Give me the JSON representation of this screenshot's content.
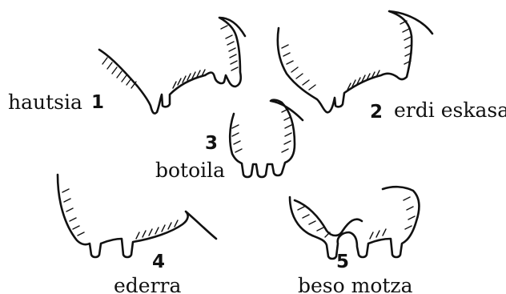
{
  "figures": [
    {
      "number": "1",
      "label": "hautsia"
    },
    {
      "number": "2",
      "label": "erdi eskasa"
    },
    {
      "number": "3",
      "label": "botoila"
    },
    {
      "number": "4",
      "label": "ederra"
    },
    {
      "number": "5",
      "label": "beso motza"
    }
  ]
}
